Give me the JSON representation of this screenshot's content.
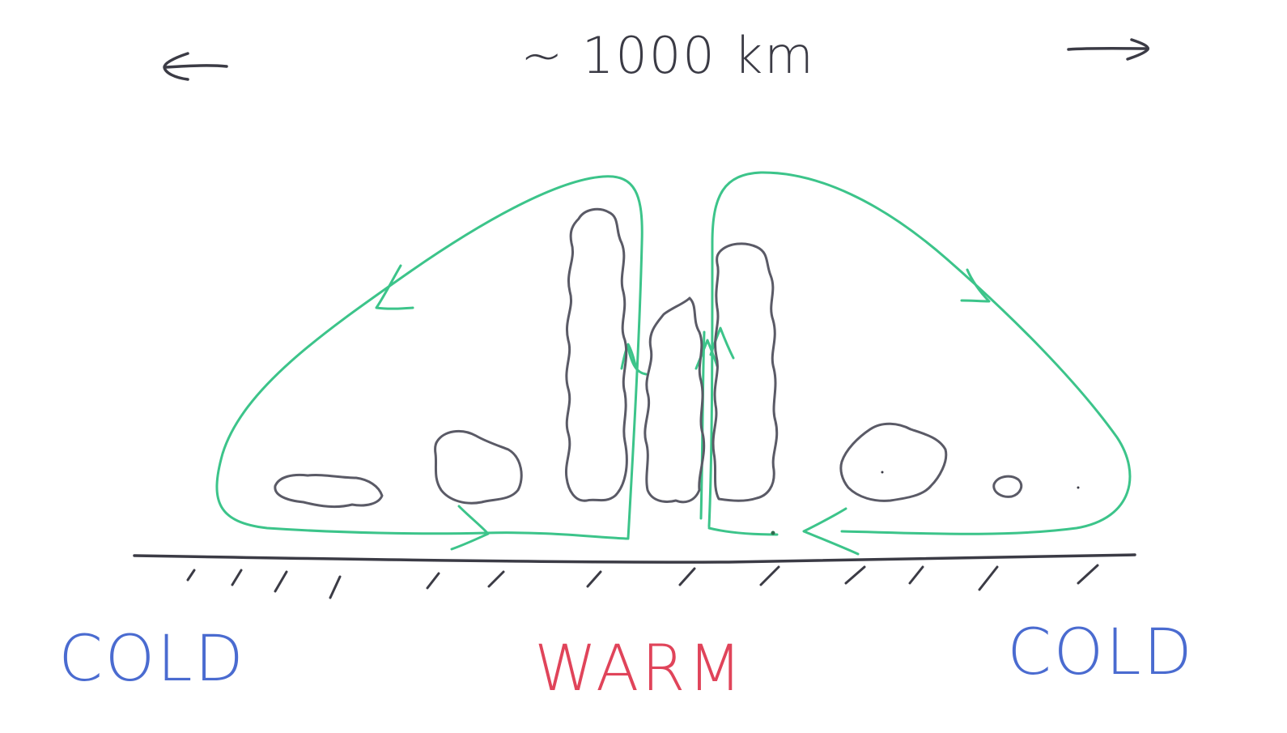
{
  "scale": {
    "text": "~ 1000 km"
  },
  "regions": [
    {
      "id": "left",
      "label": "COLD",
      "color": "#4a6bd0"
    },
    {
      "id": "center",
      "label": "WARM",
      "color": "#e0445a"
    },
    {
      "id": "right",
      "label": "COLD",
      "color": "#4a6bd0"
    }
  ],
  "colors": {
    "ink": "#3b3b45",
    "circulation": "#3cc48a",
    "paper": "#ffffff"
  },
  "icons": [
    "left-arrow-icon",
    "right-arrow-icon",
    "circulation-arrowhead-icon"
  ]
}
